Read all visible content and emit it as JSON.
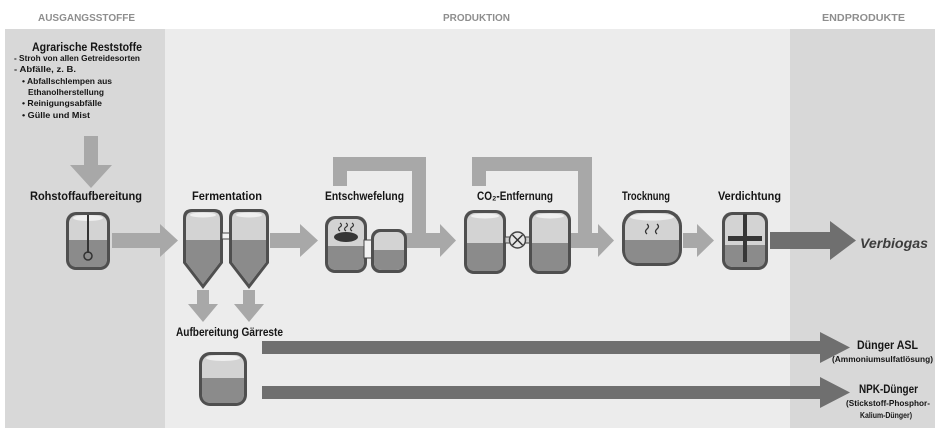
{
  "sections": {
    "feedstock": "AUSGANGSSTOFFE",
    "production": "PRODUKTION",
    "products": "ENDPRODUKTE"
  },
  "feedstock": {
    "title": "Agrarische Reststoffe",
    "items": [
      "- Stroh von allen Getreidesorten",
      "- Abfälle, z. B.",
      "• Abfallschlempen aus",
      "Ethanolherstellung",
      "• Reinigungsabfälle",
      "• Gülle und Mist"
    ]
  },
  "steps": {
    "raw_material": "Rohstoffaufbereitung",
    "fermentation": "Fermentation",
    "desulfurization": "Entschwefelung",
    "co2_removal": "CO₂-Entfernung",
    "drying": "Trocknung",
    "compression": "Verdichtung",
    "digestate": "Aufbereitung Gärreste"
  },
  "products": {
    "biogas": "Verbiogas",
    "asl": {
      "name": "Dünger ASL",
      "detail": "(Ammoniumsulfatlösung)"
    },
    "npk": {
      "name": "NPK-Dünger",
      "detail_1": "(Stickstoff-Phosphor-",
      "detail_2": "Kalium-Dünger)"
    }
  },
  "colors": {
    "panel_side": "#d8d8d8",
    "panel_middle": "#ececec",
    "arrow_light": "#a8a8a8",
    "arrow_dark": "#6f6f6f",
    "header_text": "#8e8e8e",
    "tank_rim": "#4f4f4f",
    "tank_gas": "#d3d3d3",
    "tank_liquid": "#8b8b8b"
  }
}
